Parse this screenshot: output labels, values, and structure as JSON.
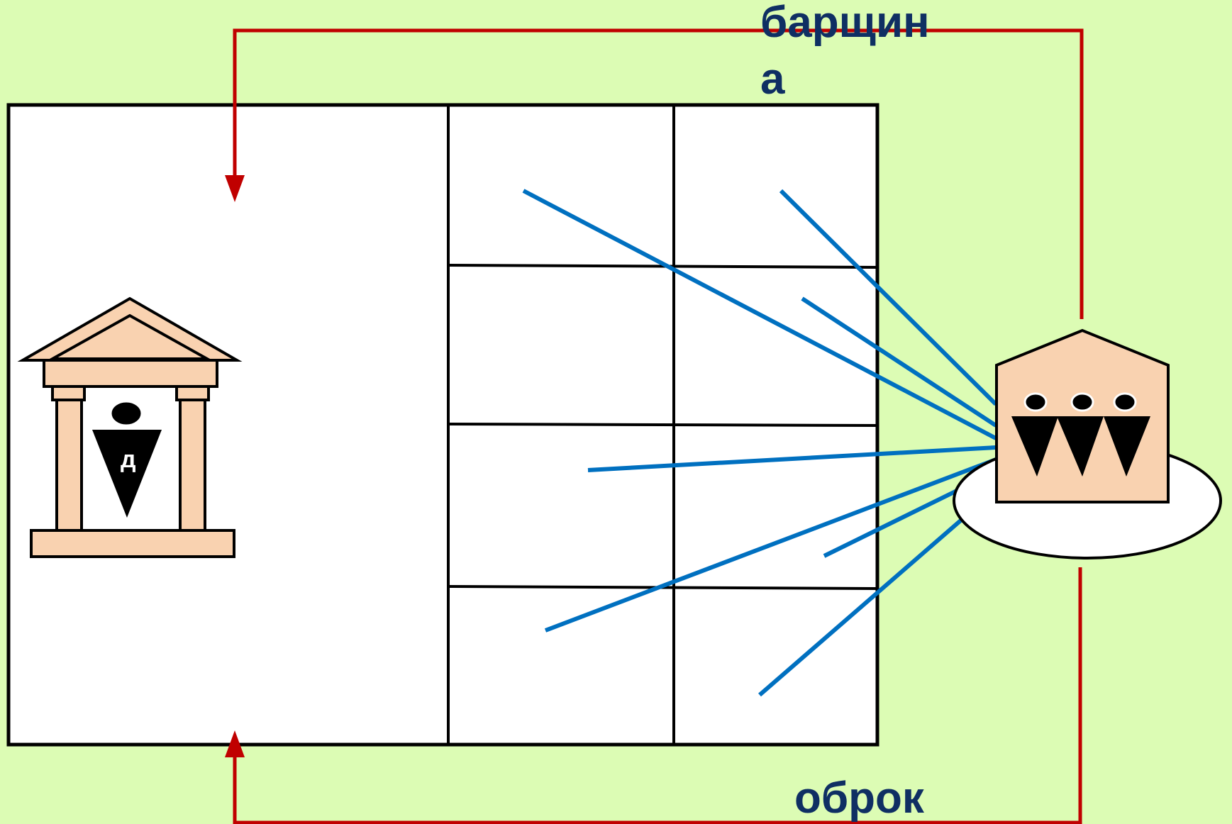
{
  "labels": {
    "barshchina_line1": "барщин",
    "barshchina_line2": "а",
    "obrok": "оброк",
    "temple_letter": "д"
  },
  "colors": {
    "background": "#dcfcb4",
    "field": "#ffffff",
    "outline": "#000000",
    "duty_arrow": "#c00000",
    "strip_line": "#0070c0",
    "building_fill": "#f9d2b0",
    "label_text": "#0f2f63"
  },
  "icons": {
    "landlord_manor": "temple-icon",
    "peasant_village": "village-house-icon"
  }
}
